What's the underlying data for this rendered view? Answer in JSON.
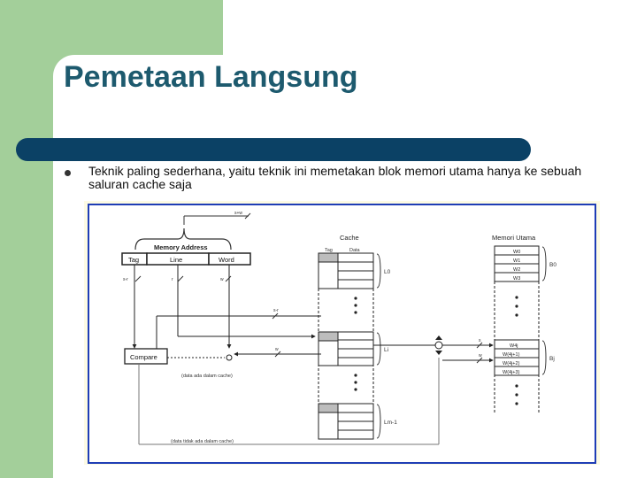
{
  "slide": {
    "title": "Pemetaan Langsung",
    "bullet": "Teknik paling sederhana, yaitu teknik ini memetakan blok memori utama hanya ke sebuah saluran cache saja"
  },
  "diagram": {
    "address_width": "s+w",
    "memory_address_label": "Memory Address",
    "address_fields": [
      "Tag",
      "Line",
      "Word"
    ],
    "field_widths": [
      "s-r",
      "r",
      "w"
    ],
    "compare_label": "Compare",
    "cache_title": "Cache",
    "cache_columns": [
      "Tag",
      "Data"
    ],
    "line_labels": [
      "L0",
      "Li",
      "Lm-1"
    ],
    "main_memory_title": "Memori Utama",
    "block_labels": [
      "B0",
      "Bj"
    ],
    "b0_words": [
      "W0",
      "W1",
      "W2",
      "W3"
    ],
    "bj_words": [
      "W4j",
      "W(4j+1)",
      "W(4j+2)",
      "W(4j+3)"
    ],
    "bus_labels": [
      "s-r",
      "w",
      "s",
      "w"
    ],
    "hit_label": "(data ada dalam cache)",
    "miss_label": "(data tidak ada dalam cache)",
    "colors": {
      "tag_fill": "#bdbdbd",
      "frame_border": "#1f3db5",
      "frame_bg": "#fdfbe4"
    }
  }
}
